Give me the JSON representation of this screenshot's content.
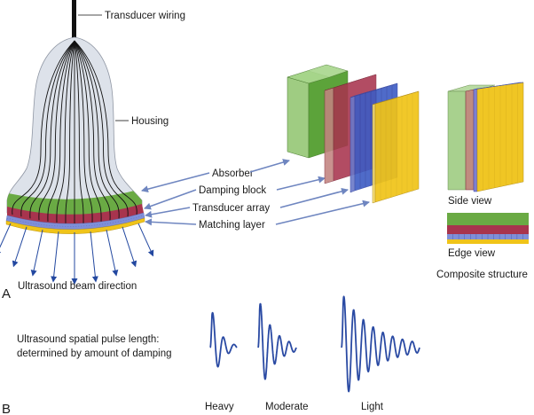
{
  "panel_a": {
    "letter": "A",
    "labels": {
      "transducer_wiring": "Transducer wiring",
      "housing": "Housing",
      "absorber": "Absorber",
      "damping_block": "Damping block",
      "transducer_array": "Transducer array",
      "matching_layer": "Matching layer",
      "beam_direction": "Ultrasound beam direction",
      "side_view": "Side view",
      "edge_view": "Edge view",
      "composite_structure": "Composite structure"
    },
    "layer_colors": {
      "housing": "#dde2ea",
      "absorber": "#6aaa44",
      "damping_block": "#a8344e",
      "transducer_array": "#7f8fd8",
      "matching_layer": "#f0c419",
      "arrow": "#6f86c0",
      "beam_arrow": "#2348a0"
    }
  },
  "panel_b": {
    "letter": "B",
    "caption_line1": "Ultrasound spatial pulse length:",
    "caption_line2": "determined by amount of damping",
    "pulses": [
      {
        "label": "Heavy",
        "cycles": 2.5,
        "decay": 0.55
      },
      {
        "label": "Moderate",
        "cycles": 4,
        "decay": 0.72
      },
      {
        "label": "Light",
        "cycles": 8,
        "decay": 0.86
      }
    ],
    "wave_color": "#2a4aa3"
  }
}
